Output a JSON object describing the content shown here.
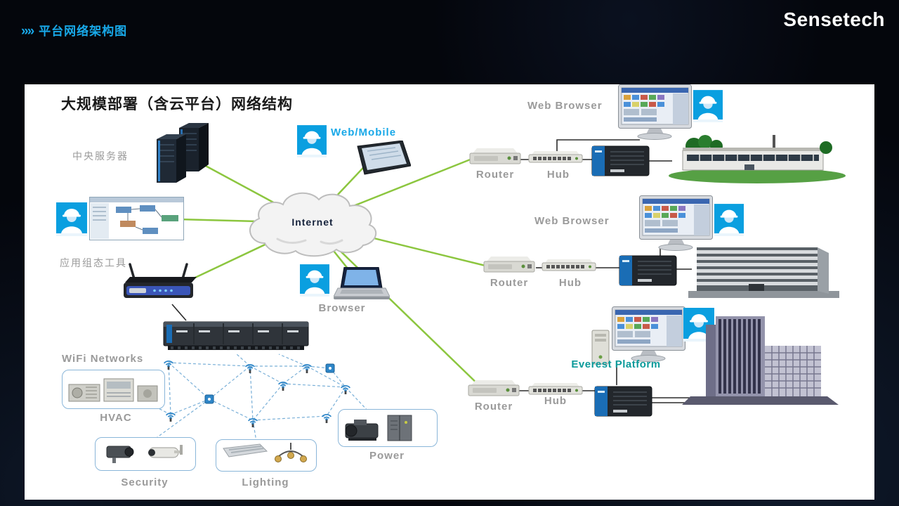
{
  "header": {
    "arrows": "»»",
    "title": "平台网络架构图",
    "brand": "Sensetech"
  },
  "diagram": {
    "title": "大规模部署（含云平台）网络结构",
    "cloud_label": "Internet",
    "left": {
      "central_server_label": "中央服务器",
      "app_tool_label": "应用组态工具"
    },
    "center": {
      "web_mobile_label": "Web/Mobile",
      "browser_label": "Browser"
    },
    "rows": [
      {
        "client_label": "Web Browser",
        "router_label": "Router",
        "hub_label": "Hub"
      },
      {
        "client_label": "Web Browser",
        "router_label": "Router",
        "hub_label": "Hub"
      },
      {
        "client_label": "Everest Platform",
        "router_label": "Router",
        "hub_label": "Hub"
      }
    ],
    "field": {
      "wifi_label": "WiFi Networks",
      "hvac_label": "HVAC",
      "security_label": "Security",
      "lighting_label": "Lighting",
      "power_label": "Power"
    },
    "colors": {
      "accent_cyan": "#18a8e8",
      "label_gray": "#9a9a9a",
      "everest_teal": "#0a9a9a",
      "line_green": "#8cc63f",
      "mesh_blue": "#7ab0d8",
      "worker_blue": "#0a9fe0"
    }
  }
}
